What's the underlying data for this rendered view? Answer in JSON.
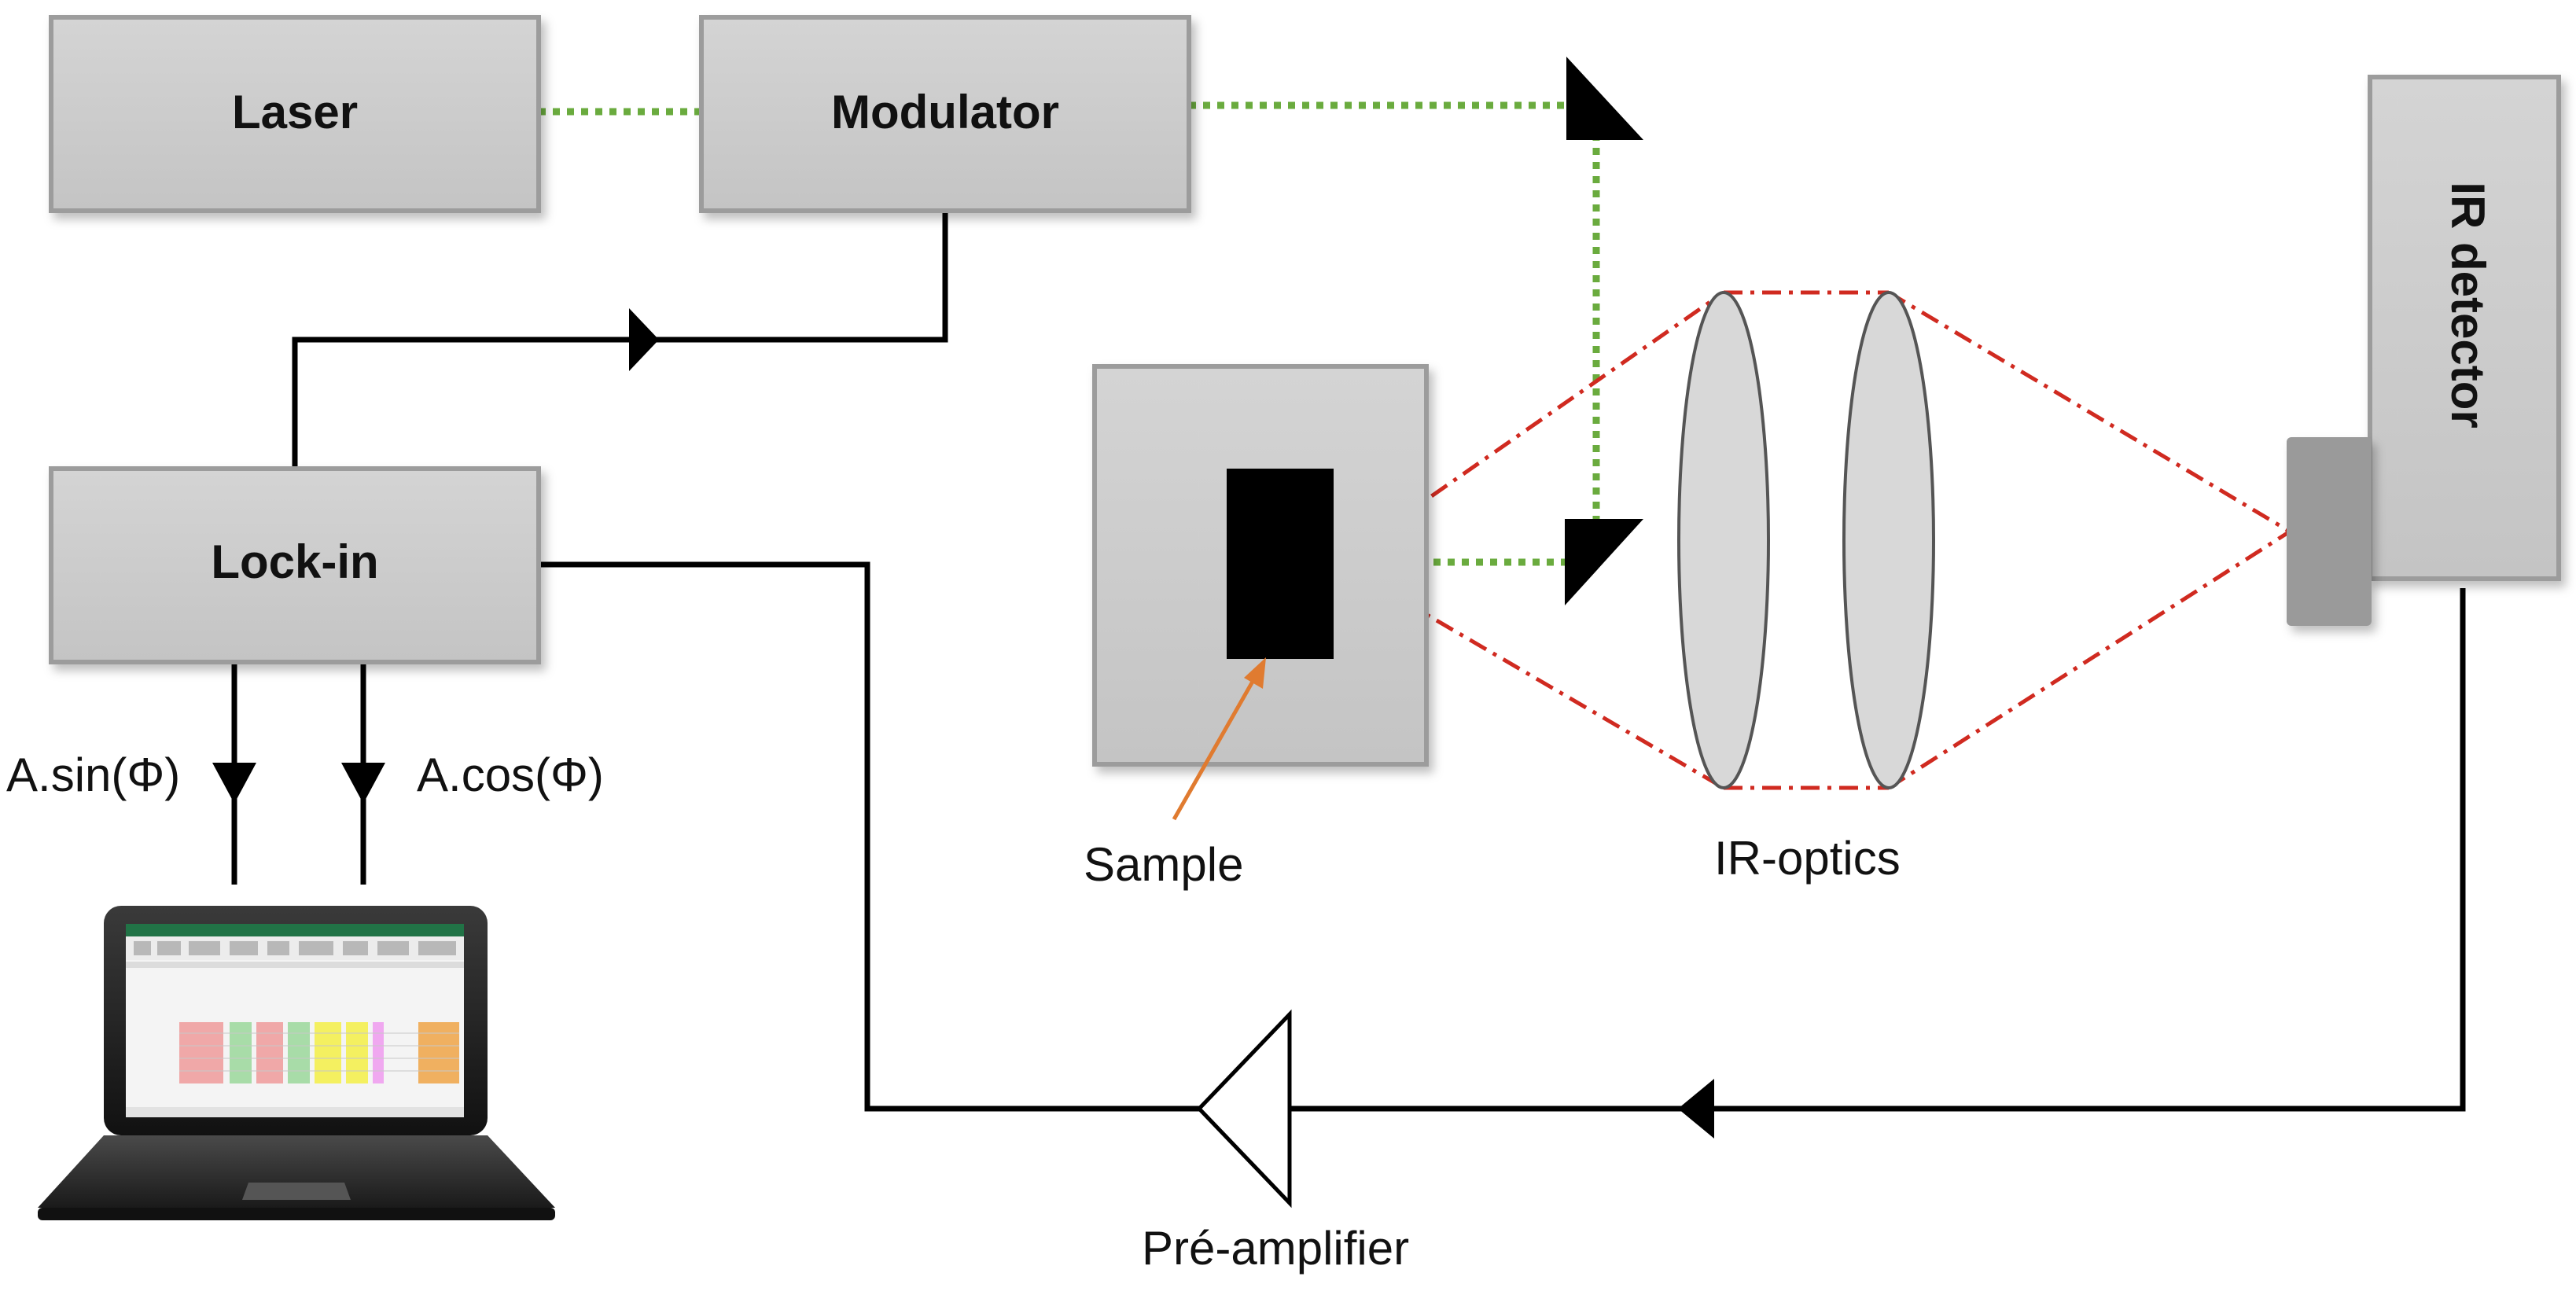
{
  "blocks": {
    "laser": "Laser",
    "modulator": "Modulator",
    "lockin": "Lock-in",
    "ir_detector": "IR detector"
  },
  "labels": {
    "sin_output": "A.sin(Φ)",
    "cos_output": "A.cos(Φ)",
    "sample": "Sample",
    "ir_optics": "IR-optics",
    "preamplifier": "Pré-amplifier"
  },
  "colors": {
    "box_fill": "#cbcbcb",
    "box_stroke": "#9c9c9c",
    "laser_beam": "#6aab3e",
    "ir_path": "#d02a20",
    "sample_pointer": "#e07b30",
    "wire": "#000000"
  }
}
